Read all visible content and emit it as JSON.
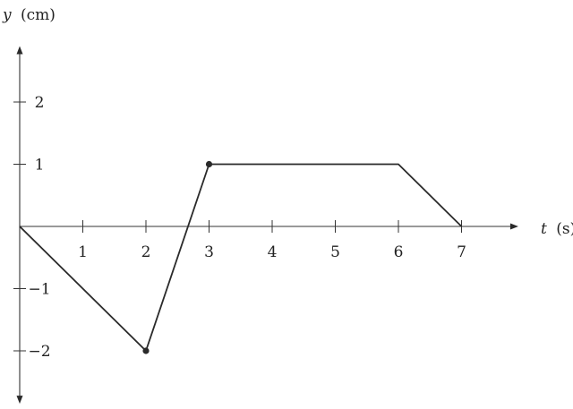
{
  "chart_data": {
    "type": "line",
    "xlabel_var": "t",
    "xlabel_unit": "(s)",
    "ylabel_var": "y",
    "ylabel_unit": "(cm)",
    "xlim": [
      0,
      7.9
    ],
    "ylim": [
      -2.85,
      2.9
    ],
    "x_ticks": [
      1,
      2,
      3,
      4,
      5,
      6,
      7
    ],
    "x_tick_labels": [
      "1",
      "2",
      "3",
      "4",
      "5",
      "6",
      "7"
    ],
    "y_ticks": [
      -2,
      -1,
      1,
      2
    ],
    "y_tick_labels": [
      "−2",
      "−1",
      "1",
      "2"
    ],
    "grid": false,
    "series": [
      {
        "x": [
          0,
          2,
          3,
          6,
          7
        ],
        "y": [
          0,
          -2,
          1,
          1,
          0
        ],
        "markers_at_x": [
          2,
          3
        ]
      }
    ]
  }
}
